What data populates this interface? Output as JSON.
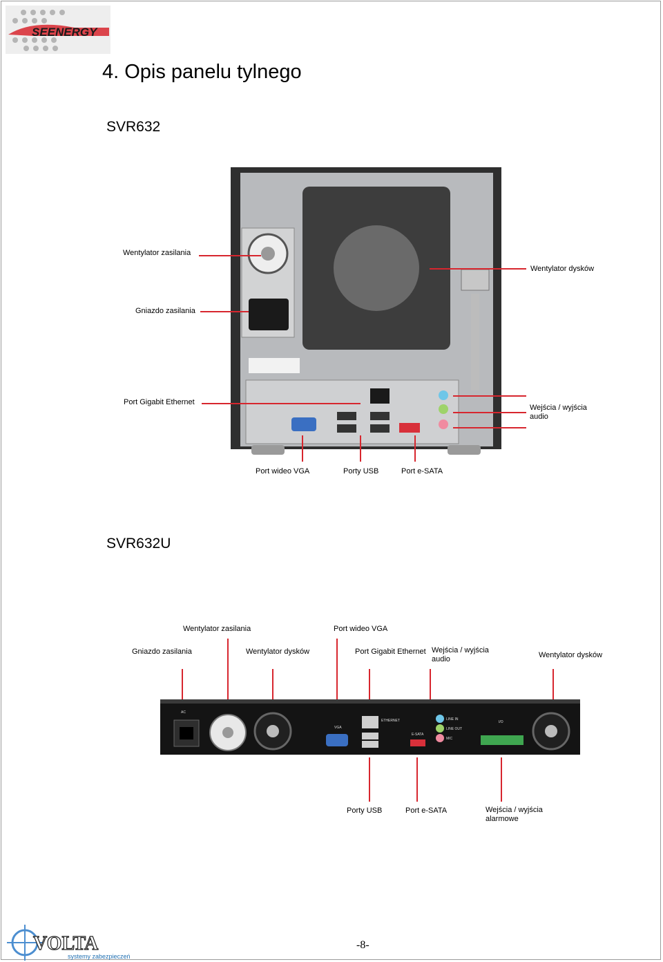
{
  "header": {
    "logo_text": "SEENERGY",
    "title": "4. Opis panelu tylnego"
  },
  "svr632": {
    "model": "SVR632",
    "labels": {
      "fan_psu": "Wentylator zasilania",
      "fan_disk": "Wentylator dysków",
      "power_socket": "Gniazdo zasilania",
      "ethernet": "Port Gigabit Ethernet",
      "audio": "Wejścia / wyjścia audio",
      "vga": "Port wideo VGA",
      "usb": "Porty USB",
      "esata": "Port e-SATA"
    }
  },
  "svr632u": {
    "model": "SVR632U",
    "labels": {
      "fan_psu": "Wentylator zasilania",
      "vga": "Port wideo VGA",
      "power_socket": "Gniazdo zasilania",
      "fan_disk_1": "Wentylator dysków",
      "ethernet": "Port Gigabit Ethernet",
      "audio": "Wejścia / wyjścia audio",
      "fan_disk_2": "Wentylator dysków",
      "usb": "Porty USB",
      "esata": "Port e-SATA",
      "alarm": "Wejścia / wyjścia alarmowe"
    },
    "panel_text": {
      "ac": "AC",
      "vga": "VGA",
      "ethernet": "ETHERNET",
      "esata": "E-SATA",
      "line_in": "LINE IN",
      "line_out": "LINE OUT",
      "mic": "MIC",
      "io": "I/O"
    }
  },
  "footer": {
    "logo_text": "VOLTA",
    "logo_subtitle": "systemy zabezpieczeń",
    "page_number": "-8-"
  },
  "colors": {
    "callout": "#d7262e",
    "chassis": "#2a2a2a",
    "panel_silver": "#c8c9cb",
    "vga_blue": "#3a6fc2",
    "esata_red": "#d8303a"
  }
}
